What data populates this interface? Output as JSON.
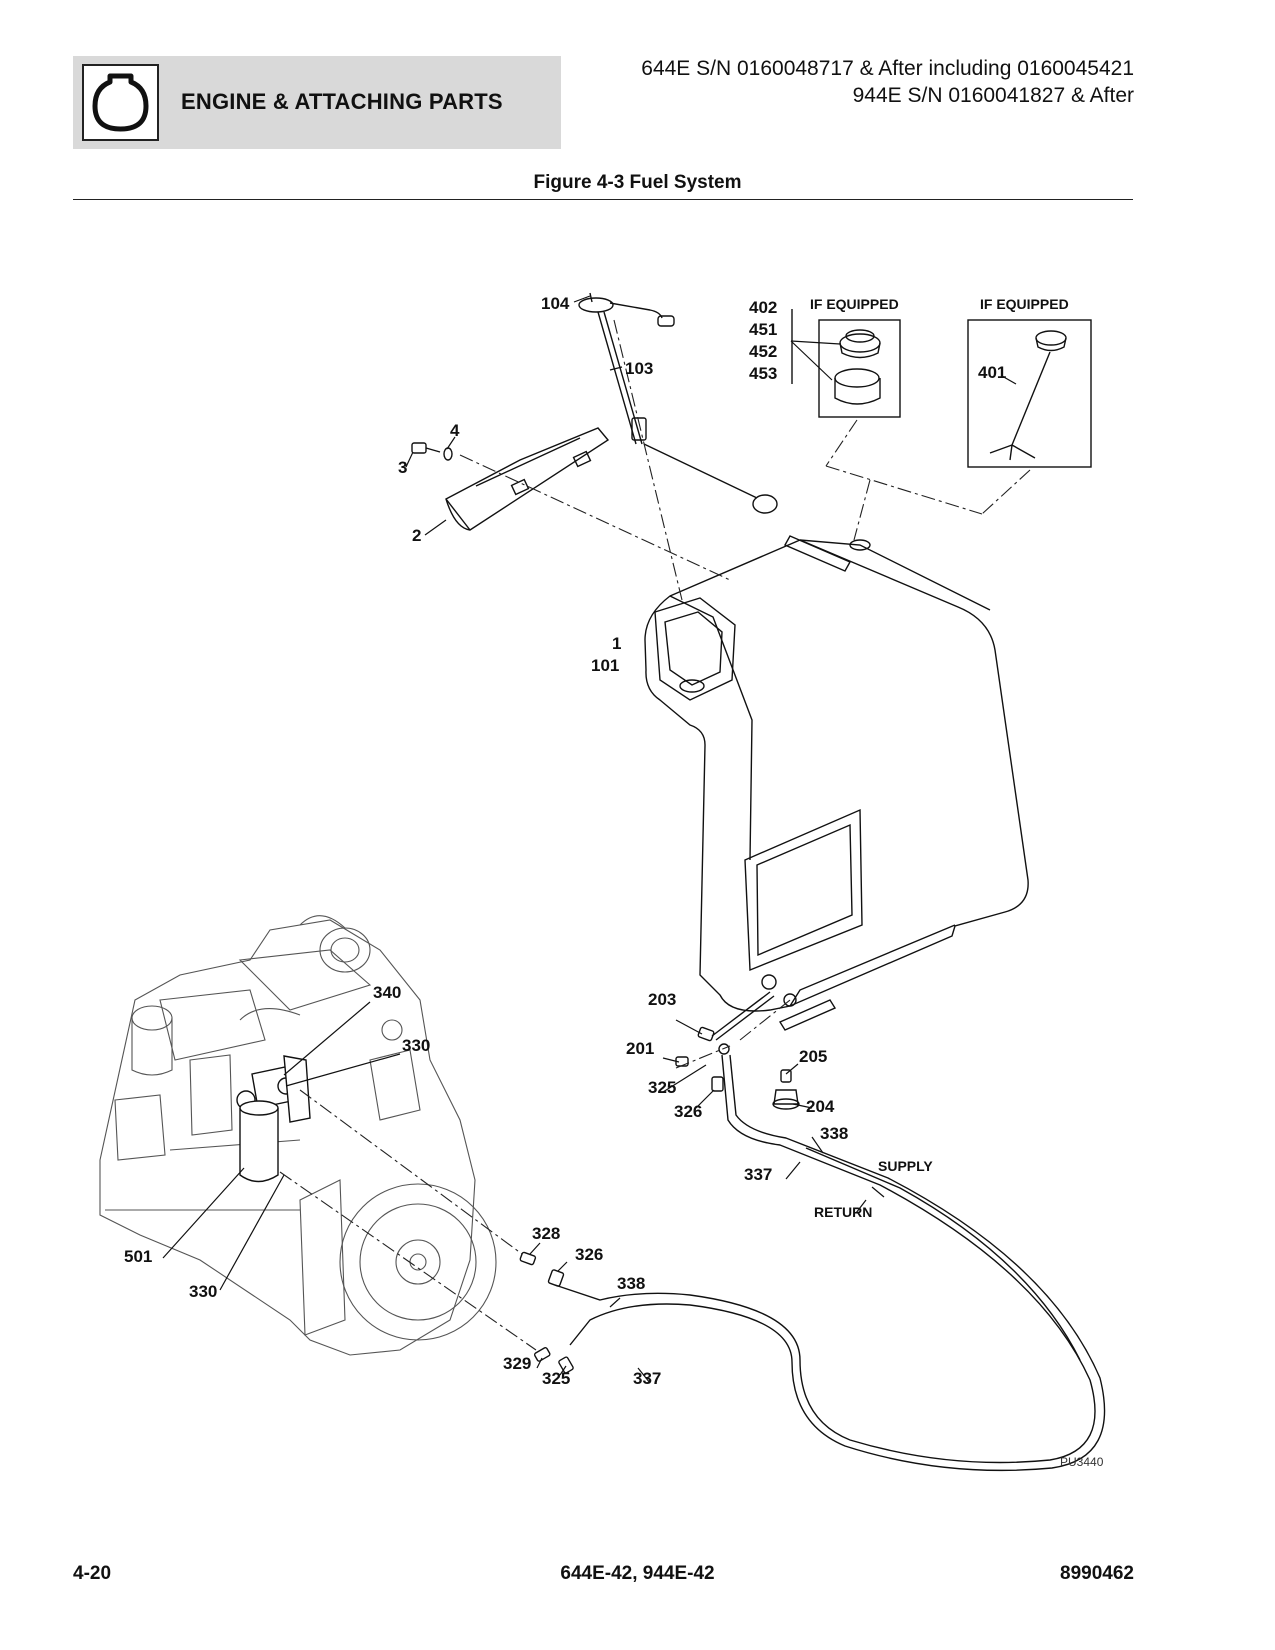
{
  "header": {
    "section_title": "ENGINE & ATTACHING PARTS",
    "serial_line_1": "644E S/N 0160048717 & After including 0160045421",
    "serial_line_2": "944E S/N 0160041827 & After",
    "icon": "engine-icon"
  },
  "figure": {
    "title": "Figure 4-3 Fuel System",
    "reference_code": "PU3440",
    "if_equipped_1": "IF EQUIPPED",
    "if_equipped_2": "IF EQUIPPED",
    "supply_label": "SUPPLY",
    "return_label": "RETURN",
    "callouts": {
      "c104": "104",
      "c103": "103",
      "c402": "402",
      "c451": "451",
      "c452": "452",
      "c453": "453",
      "c401": "401",
      "c4": "4",
      "c3": "3",
      "c2": "2",
      "c1": "1",
      "c101": "101",
      "c340": "340",
      "c330a": "330",
      "c203": "203",
      "c201": "201",
      "c205": "205",
      "c325a": "325",
      "c204": "204",
      "c326a": "326",
      "c338a": "338",
      "c337a": "337",
      "c501": "501",
      "c330b": "330",
      "c328": "328",
      "c326b": "326",
      "c338b": "338",
      "c329": "329",
      "c325b": "325",
      "c337b": "337"
    }
  },
  "footer": {
    "page_number": "4-20",
    "models": "644E-42, 944E-42",
    "doc_number": "8990462"
  }
}
